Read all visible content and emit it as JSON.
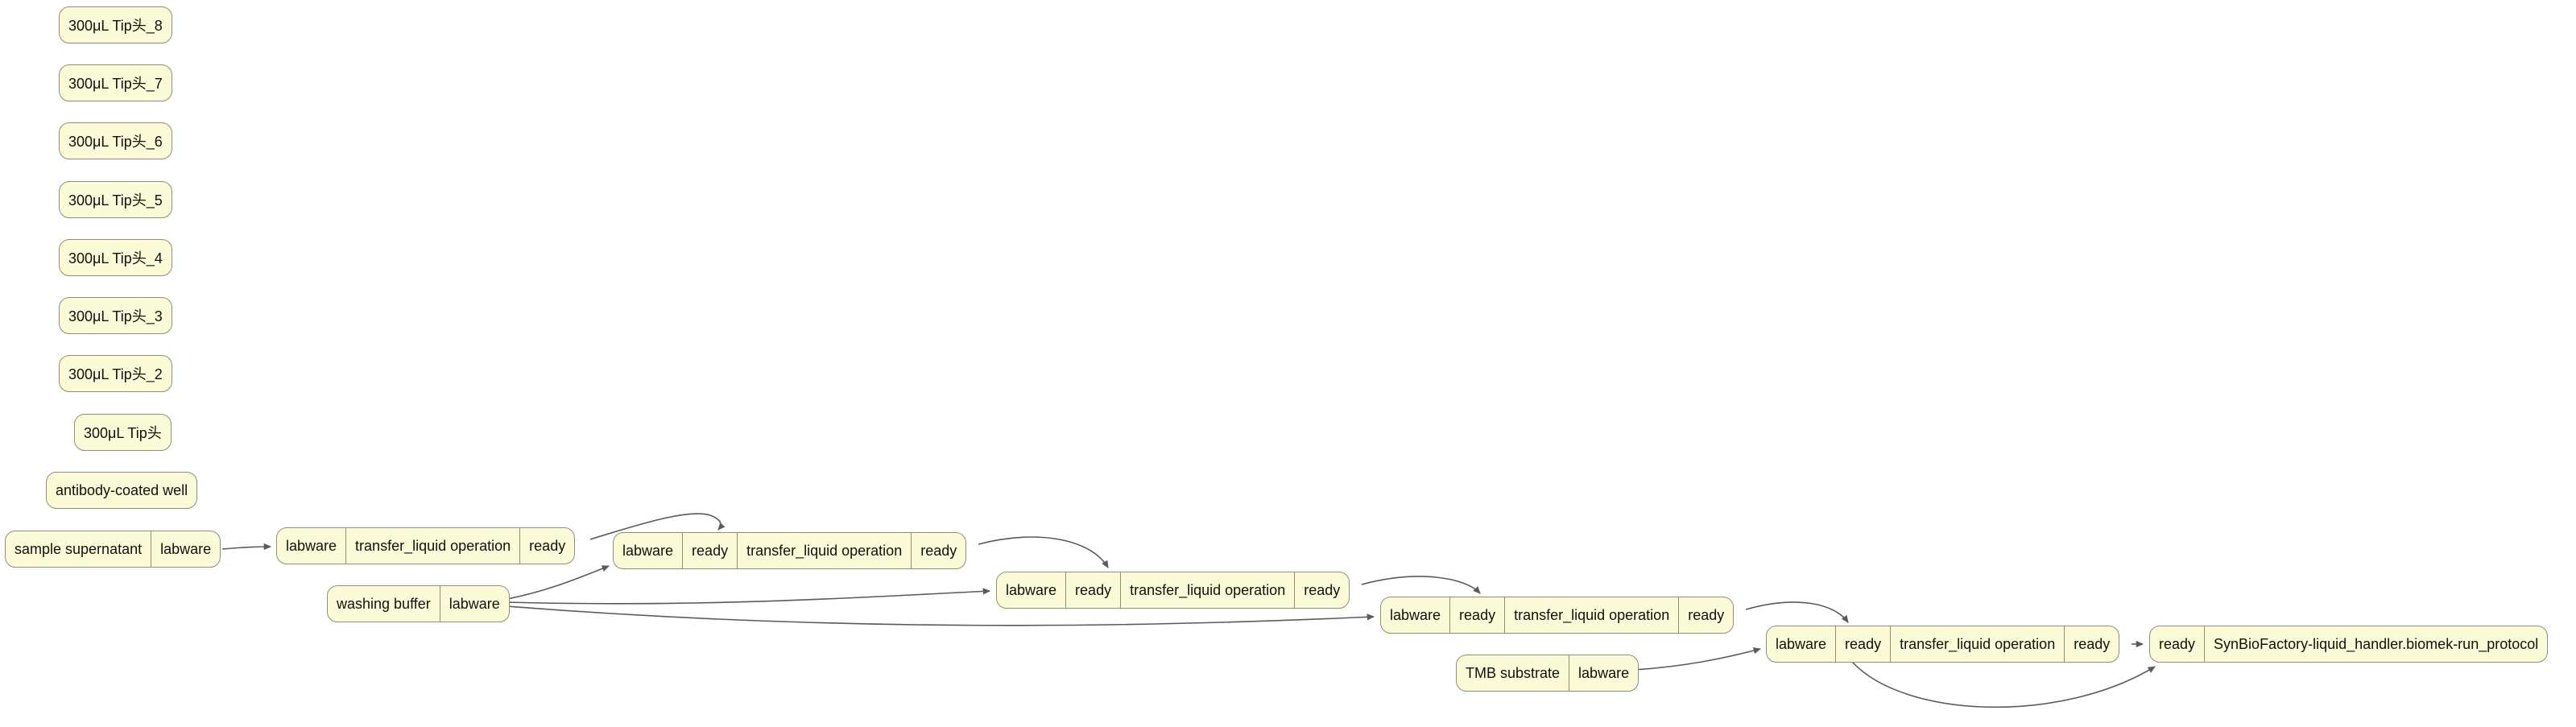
{
  "diagram": {
    "type": "workflow-graph",
    "colors": {
      "node_fill": "#fbfbd8",
      "node_border": "#8f8f7a",
      "edge_color": "#5a5a5a",
      "background": "#ffffff",
      "text": "#111111"
    },
    "nodes": [
      {
        "id": "tip-8",
        "cells": [
          "300μL Tip头_8"
        ]
      },
      {
        "id": "tip-7",
        "cells": [
          "300μL Tip头_7"
        ]
      },
      {
        "id": "tip-6",
        "cells": [
          "300μL Tip头_6"
        ]
      },
      {
        "id": "tip-5",
        "cells": [
          "300μL Tip头_5"
        ]
      },
      {
        "id": "tip-4",
        "cells": [
          "300μL Tip头_4"
        ]
      },
      {
        "id": "tip-3",
        "cells": [
          "300μL Tip头_3"
        ]
      },
      {
        "id": "tip-2",
        "cells": [
          "300μL Tip头_2"
        ]
      },
      {
        "id": "tip-1",
        "cells": [
          "300μL Tip头"
        ]
      },
      {
        "id": "antibody-well",
        "cells": [
          "antibody-coated well"
        ]
      },
      {
        "id": "sample",
        "cells": [
          "sample supernatant",
          "labware"
        ]
      },
      {
        "id": "op-1",
        "cells": [
          "labware",
          "transfer_liquid operation",
          "ready"
        ]
      },
      {
        "id": "op-2",
        "cells": [
          "labware",
          "ready",
          "transfer_liquid operation",
          "ready"
        ]
      },
      {
        "id": "washing-buffer",
        "cells": [
          "washing buffer",
          "labware"
        ]
      },
      {
        "id": "op-3",
        "cells": [
          "labware",
          "ready",
          "transfer_liquid operation",
          "ready"
        ]
      },
      {
        "id": "op-4",
        "cells": [
          "labware",
          "ready",
          "transfer_liquid operation",
          "ready"
        ]
      },
      {
        "id": "tmb-substrate",
        "cells": [
          "TMB substrate",
          "labware"
        ]
      },
      {
        "id": "op-5",
        "cells": [
          "labware",
          "ready",
          "transfer_liquid operation",
          "ready"
        ]
      },
      {
        "id": "run-protocol",
        "cells": [
          "ready",
          "SynBioFactory-liquid_handler.biomek-run_protocol"
        ]
      }
    ],
    "edges": [
      {
        "from": "sample.labware",
        "to": "op-1.labware"
      },
      {
        "from": "op-1.ready",
        "to": "op-2"
      },
      {
        "from": "washing-buffer.labware",
        "to": "op-2"
      },
      {
        "from": "washing-buffer.labware",
        "to": "op-3"
      },
      {
        "from": "washing-buffer.labware",
        "to": "op-4"
      },
      {
        "from": "op-2.ready",
        "to": "op-3"
      },
      {
        "from": "op-3.ready",
        "to": "op-4"
      },
      {
        "from": "op-4.ready",
        "to": "op-5"
      },
      {
        "from": "tmb-substrate.labware",
        "to": "op-5"
      },
      {
        "from": "op-5.ready",
        "to": "run-protocol"
      },
      {
        "from": "op-5",
        "to": "run-protocol"
      }
    ]
  }
}
